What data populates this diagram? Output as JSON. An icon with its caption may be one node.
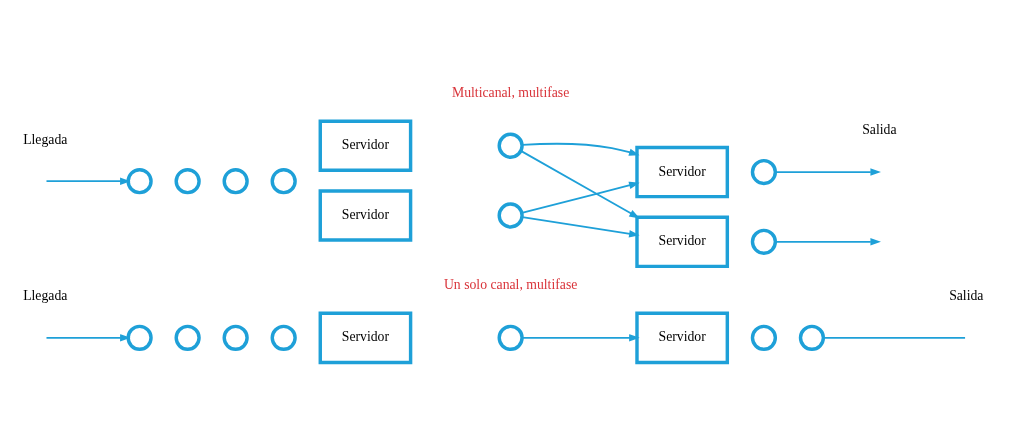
{
  "diagram": {
    "nodes": [
      {
        "text": [],
        "shape": "circle"
      },
      {
        "text": [],
        "shape": "circle"
      },
      {
        "text": [],
        "shape": "circle"
      },
      {
        "text": [],
        "shape": "circle"
      },
      {
        "text": [
          "Servidor"
        ]
      },
      {
        "text": [],
        "shape": "circle"
      },
      {
        "text": [
          "Servidor"
        ]
      },
      {
        "text": [],
        "shape": "circle"
      },
      {
        "text": [],
        "shape": "circle"
      },
      {
        "text": [],
        "shape": "circle"
      },
      {
        "text": [],
        "shape": "circle"
      },
      {
        "text": [],
        "shape": "circle"
      },
      {
        "text": [],
        "shape": "circle"
      },
      {
        "text": [
          "Servidor"
        ]
      },
      {
        "text": [],
        "shape": "circle"
      },
      {
        "text": [
          "Servidor"
        ]
      },
      {
        "text": [],
        "shape": "circle"
      },
      {
        "text": [
          "Servidor"
        ]
      },
      {
        "text": [],
        "shape": "circle"
      },
      {
        "text": [
          "Servidor"
        ]
      },
      {
        "text": [],
        "shape": "circle"
      }
    ],
    "edges": [
      {
        "from": null,
        "to": 0,
        "arrow": "to"
      },
      {
        "from": 5,
        "to": 6,
        "arrow": "to"
      },
      {
        "from": 8,
        "to": null,
        "arrow": "none"
      },
      {
        "from": null,
        "to": 9,
        "arrow": "to"
      },
      {
        "from": 14,
        "to": 15,
        "arrow": "to"
      },
      {
        "from": 14,
        "to": 19,
        "arrow": "to"
      },
      {
        "from": 18,
        "to": 15,
        "arrow": "to"
      },
      {
        "from": 18,
        "to": 19,
        "arrow": "to"
      },
      {
        "from": 16,
        "to": null,
        "arrow": "to"
      },
      {
        "from": 20,
        "to": null,
        "arrow": "to"
      }
    ],
    "labels": [
      "Un solo canal, multifase",
      "Llegada",
      "Salida",
      "Multicanal, multifase",
      "Salida",
      "Llegada"
    ]
  }
}
